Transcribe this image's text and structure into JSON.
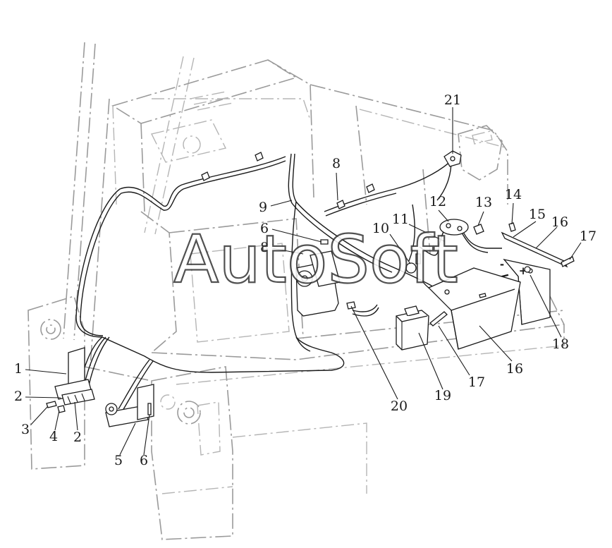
{
  "watermark": "AutoSoft",
  "battery_signs": {
    "plus": "+",
    "minus": "-"
  },
  "callouts": [
    {
      "id": "c1",
      "label": "1"
    },
    {
      "id": "c2a",
      "label": "2"
    },
    {
      "id": "c2b",
      "label": "2"
    },
    {
      "id": "c3",
      "label": "3"
    },
    {
      "id": "c4",
      "label": "4"
    },
    {
      "id": "c5",
      "label": "5"
    },
    {
      "id": "c6a",
      "label": "6"
    },
    {
      "id": "c6b",
      "label": "6"
    },
    {
      "id": "c8a",
      "label": "8"
    },
    {
      "id": "c8b",
      "label": "8"
    },
    {
      "id": "c9",
      "label": "9"
    },
    {
      "id": "c10",
      "label": "10"
    },
    {
      "id": "c11",
      "label": "11"
    },
    {
      "id": "c12",
      "label": "12"
    },
    {
      "id": "c13",
      "label": "13"
    },
    {
      "id": "c14",
      "label": "14"
    },
    {
      "id": "c15",
      "label": "15"
    },
    {
      "id": "c16a",
      "label": "16"
    },
    {
      "id": "c16b",
      "label": "16"
    },
    {
      "id": "c17a",
      "label": "17"
    },
    {
      "id": "c17b",
      "label": "17"
    },
    {
      "id": "c18",
      "label": "18"
    },
    {
      "id": "c19",
      "label": "19"
    },
    {
      "id": "c20",
      "label": "20"
    },
    {
      "id": "c21",
      "label": "21"
    }
  ]
}
